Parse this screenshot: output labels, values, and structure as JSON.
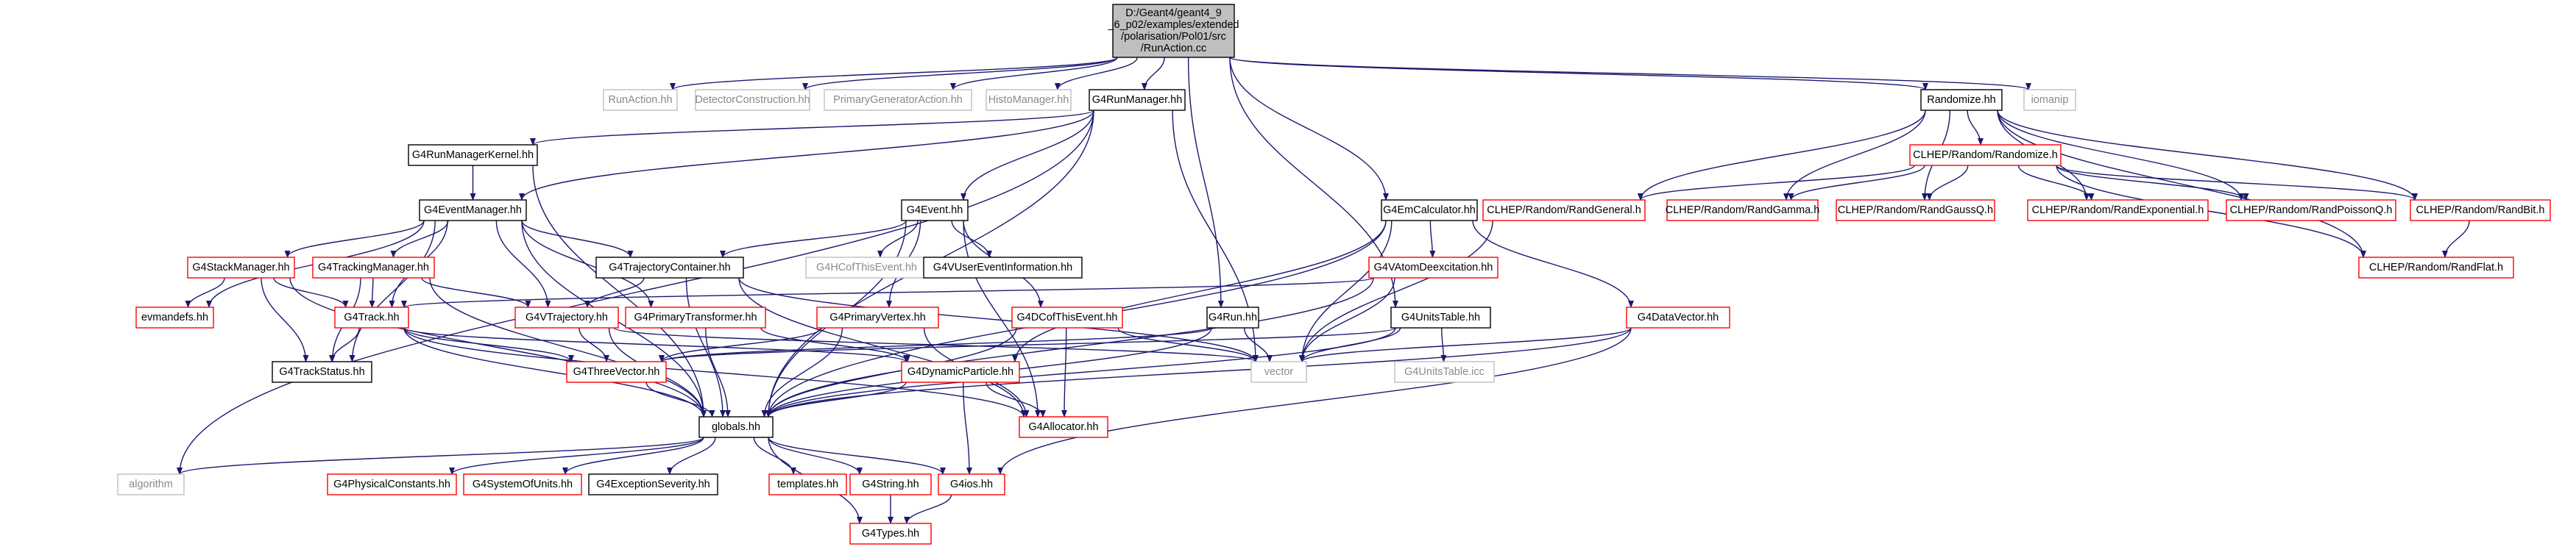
{
  "colors": {
    "edge": "#191970",
    "root_fill": "#bfbfbf",
    "root_stroke": "#000000",
    "internal_stroke": "#000000",
    "missing_stroke": "#ff0000",
    "external_stroke": "#bfbfbf",
    "external_text": "#8a8a8a",
    "node_fill": "#ffffff"
  },
  "graph": {
    "nodes": [
      {
        "id": "root",
        "kind": "root",
        "lines": [
          "D:/Geant4/geant4_9",
          "_6_p02/examples/extended",
          "/polarisation/Pol01/src",
          "/RunAction.cc"
        ]
      },
      {
        "id": "runaction_hh",
        "kind": "external",
        "lines": [
          "RunAction.hh"
        ]
      },
      {
        "id": "detector_hh",
        "kind": "external",
        "lines": [
          "DetectorConstruction.hh"
        ]
      },
      {
        "id": "primarygen_hh",
        "kind": "external",
        "lines": [
          "PrimaryGeneratorAction.hh"
        ]
      },
      {
        "id": "histo_hh",
        "kind": "external",
        "lines": [
          "HistoManager.hh"
        ]
      },
      {
        "id": "g4runmanager_hh",
        "kind": "internal",
        "lines": [
          "G4RunManager.hh"
        ]
      },
      {
        "id": "randomize_hh",
        "kind": "internal",
        "lines": [
          "Randomize.hh"
        ]
      },
      {
        "id": "iomanip",
        "kind": "external",
        "lines": [
          "iomanip"
        ]
      },
      {
        "id": "g4runmanagerkernel_hh",
        "kind": "internal",
        "lines": [
          "G4RunManagerKernel.hh"
        ]
      },
      {
        "id": "clhep_randomize_h",
        "kind": "missing",
        "lines": [
          "CLHEP/Random/Randomize.h"
        ]
      },
      {
        "id": "g4eventmanager_hh",
        "kind": "internal",
        "lines": [
          "G4EventManager.hh"
        ]
      },
      {
        "id": "g4event_hh",
        "kind": "internal",
        "lines": [
          "G4Event.hh"
        ]
      },
      {
        "id": "g4emcalculator_hh",
        "kind": "internal",
        "lines": [
          "G4EmCalculator.hh"
        ]
      },
      {
        "id": "clhep_randgeneral_h",
        "kind": "missing",
        "lines": [
          "CLHEP/Random/RandGeneral.h"
        ]
      },
      {
        "id": "clhep_randgamma_h",
        "kind": "missing",
        "lines": [
          "CLHEP/Random/RandGamma.h"
        ]
      },
      {
        "id": "clhep_randgaussq_h",
        "kind": "missing",
        "lines": [
          "CLHEP/Random/RandGaussQ.h"
        ]
      },
      {
        "id": "clhep_randexponential_h",
        "kind": "missing",
        "lines": [
          "CLHEP/Random/RandExponential.h"
        ]
      },
      {
        "id": "clhep_randpoissonq_h",
        "kind": "missing",
        "lines": [
          "CLHEP/Random/RandPoissonQ.h"
        ]
      },
      {
        "id": "clhep_randbit_h",
        "kind": "missing",
        "lines": [
          "CLHEP/Random/RandBit.h"
        ]
      },
      {
        "id": "g4stackmanager_hh",
        "kind": "missing",
        "lines": [
          "G4StackManager.hh"
        ]
      },
      {
        "id": "g4trackingmanager_hh",
        "kind": "missing",
        "lines": [
          "G4TrackingManager.hh"
        ]
      },
      {
        "id": "g4trajectorycontainer_hh",
        "kind": "internal",
        "lines": [
          "G4TrajectoryContainer.hh"
        ]
      },
      {
        "id": "g4hcofthisevent_hh",
        "kind": "external",
        "lines": [
          "G4HCofThisEvent.hh"
        ]
      },
      {
        "id": "g4vuserevent_hh",
        "kind": "internal",
        "lines": [
          "G4VUserEventInformation.hh"
        ]
      },
      {
        "id": "g4vatomdeexcitation_hh",
        "kind": "missing",
        "lines": [
          "G4VAtomDeexcitation.hh"
        ]
      },
      {
        "id": "clhep_randflat_h",
        "kind": "missing",
        "lines": [
          "CLHEP/Random/RandFlat.h"
        ]
      },
      {
        "id": "evmandefs_hh",
        "kind": "missing",
        "lines": [
          "evmandefs.hh"
        ]
      },
      {
        "id": "g4track_hh",
        "kind": "missing",
        "lines": [
          "G4Track.hh"
        ]
      },
      {
        "id": "g4vtrajectory_hh",
        "kind": "missing",
        "lines": [
          "G4VTrajectory.hh"
        ]
      },
      {
        "id": "g4primarytransformer_hh",
        "kind": "missing",
        "lines": [
          "G4PrimaryTransformer.hh"
        ]
      },
      {
        "id": "g4primaryvertex_hh",
        "kind": "missing",
        "lines": [
          "G4PrimaryVertex.hh"
        ]
      },
      {
        "id": "g4dcofthisevent_hh",
        "kind": "missing",
        "lines": [
          "G4DCofThisEvent.hh"
        ]
      },
      {
        "id": "g4run_hh",
        "kind": "internal",
        "lines": [
          "G4Run.hh"
        ]
      },
      {
        "id": "g4unitstable_hh",
        "kind": "internal",
        "lines": [
          "G4UnitsTable.hh"
        ]
      },
      {
        "id": "g4datavector_hh",
        "kind": "missing",
        "lines": [
          "G4DataVector.hh"
        ]
      },
      {
        "id": "g4trackstatus_hh",
        "kind": "internal",
        "lines": [
          "G4TrackStatus.hh"
        ]
      },
      {
        "id": "g4threevector_hh",
        "kind": "missing",
        "lines": [
          "G4ThreeVector.hh"
        ]
      },
      {
        "id": "g4dynamicparticle_hh",
        "kind": "missing",
        "lines": [
          "G4DynamicParticle.hh"
        ]
      },
      {
        "id": "vector",
        "kind": "external",
        "lines": [
          "vector"
        ]
      },
      {
        "id": "g4unitstable_icc",
        "kind": "external",
        "lines": [
          "G4UnitsTable.icc"
        ]
      },
      {
        "id": "globals_hh",
        "kind": "internal",
        "lines": [
          "globals.hh"
        ]
      },
      {
        "id": "g4allocator_hh",
        "kind": "missing",
        "lines": [
          "G4Allocator.hh"
        ]
      },
      {
        "id": "algorithm",
        "kind": "external",
        "lines": [
          "algorithm"
        ]
      },
      {
        "id": "g4physicalconstants_hh",
        "kind": "missing",
        "lines": [
          "G4PhysicalConstants.hh"
        ]
      },
      {
        "id": "g4systemofunits_hh",
        "kind": "missing",
        "lines": [
          "G4SystemOfUnits.hh"
        ]
      },
      {
        "id": "g4exceptionseverity_hh",
        "kind": "internal",
        "lines": [
          "G4ExceptionSeverity.hh"
        ]
      },
      {
        "id": "templates_hh",
        "kind": "missing",
        "lines": [
          "templates.hh"
        ]
      },
      {
        "id": "g4string_hh",
        "kind": "missing",
        "lines": [
          "G4String.hh"
        ]
      },
      {
        "id": "g4ios_hh",
        "kind": "missing",
        "lines": [
          "G4ios.hh"
        ]
      },
      {
        "id": "g4types_hh",
        "kind": "missing",
        "lines": [
          "G4Types.hh"
        ]
      }
    ],
    "edges": [
      [
        "root",
        "runaction_hh"
      ],
      [
        "root",
        "detector_hh"
      ],
      [
        "root",
        "primarygen_hh"
      ],
      [
        "root",
        "histo_hh"
      ],
      [
        "root",
        "g4runmanager_hh"
      ],
      [
        "root",
        "randomize_hh"
      ],
      [
        "root",
        "iomanip"
      ],
      [
        "root",
        "g4run_hh"
      ],
      [
        "root",
        "g4emcalculator_hh"
      ],
      [
        "root",
        "g4unitstable_hh"
      ],
      [
        "g4runmanager_hh",
        "g4runmanagerkernel_hh"
      ],
      [
        "g4runmanager_hh",
        "g4eventmanager_hh"
      ],
      [
        "g4runmanager_hh",
        "g4event_hh"
      ],
      [
        "g4runmanager_hh",
        "globals_hh"
      ],
      [
        "g4runmanager_hh",
        "algorithm"
      ],
      [
        "g4runmanager_hh",
        "vector"
      ],
      [
        "g4runmanagerkernel_hh",
        "g4eventmanager_hh"
      ],
      [
        "g4runmanagerkernel_hh",
        "globals_hh"
      ],
      [
        "g4eventmanager_hh",
        "g4stackmanager_hh"
      ],
      [
        "g4eventmanager_hh",
        "g4trackingmanager_hh"
      ],
      [
        "g4eventmanager_hh",
        "g4trajectorycontainer_hh"
      ],
      [
        "g4eventmanager_hh",
        "g4primarytransformer_hh"
      ],
      [
        "g4eventmanager_hh",
        "evmandefs_hh"
      ],
      [
        "g4eventmanager_hh",
        "g4track_hh"
      ],
      [
        "g4eventmanager_hh",
        "g4vtrajectory_hh"
      ],
      [
        "g4eventmanager_hh",
        "g4trackstatus_hh"
      ],
      [
        "g4eventmanager_hh",
        "globals_hh"
      ],
      [
        "g4stackmanager_hh",
        "evmandefs_hh"
      ],
      [
        "g4stackmanager_hh",
        "g4track_hh"
      ],
      [
        "g4stackmanager_hh",
        "g4trackstatus_hh"
      ],
      [
        "g4stackmanager_hh",
        "globals_hh"
      ],
      [
        "g4trackingmanager_hh",
        "g4track_hh"
      ],
      [
        "g4trackingmanager_hh",
        "g4vtrajectory_hh"
      ],
      [
        "g4trackingmanager_hh",
        "g4trackstatus_hh"
      ],
      [
        "g4trackingmanager_hh",
        "globals_hh"
      ],
      [
        "g4trajectorycontainer_hh",
        "g4vtrajectory_hh"
      ],
      [
        "g4trajectorycontainer_hh",
        "globals_hh"
      ],
      [
        "g4trajectorycontainer_hh",
        "vector"
      ],
      [
        "g4trajectorycontainer_hh",
        "g4allocator_hh"
      ],
      [
        "g4event_hh",
        "g4trajectorycontainer_hh"
      ],
      [
        "g4event_hh",
        "g4hcofthisevent_hh"
      ],
      [
        "g4event_hh",
        "g4vuserevent_hh"
      ],
      [
        "g4event_hh",
        "g4primaryvertex_hh"
      ],
      [
        "g4event_hh",
        "g4dcofthisevent_hh"
      ],
      [
        "g4event_hh",
        "globals_hh"
      ],
      [
        "g4event_hh",
        "g4allocator_hh"
      ],
      [
        "g4track_hh",
        "g4trackstatus_hh"
      ],
      [
        "g4track_hh",
        "g4threevector_hh"
      ],
      [
        "g4track_hh",
        "g4dynamicparticle_hh"
      ],
      [
        "g4track_hh",
        "globals_hh"
      ],
      [
        "g4track_hh",
        "g4allocator_hh"
      ],
      [
        "g4vtrajectory_hh",
        "g4threevector_hh"
      ],
      [
        "g4vtrajectory_hh",
        "globals_hh"
      ],
      [
        "g4vtrajectory_hh",
        "vector"
      ],
      [
        "g4primarytransformer_hh",
        "g4dynamicparticle_hh"
      ],
      [
        "g4primarytransformer_hh",
        "globals_hh"
      ],
      [
        "g4primaryvertex_hh",
        "g4threevector_hh"
      ],
      [
        "g4primaryvertex_hh",
        "globals_hh"
      ],
      [
        "g4primaryvertex_hh",
        "g4allocator_hh"
      ],
      [
        "g4dcofthisevent_hh",
        "vector"
      ],
      [
        "g4dcofthisevent_hh",
        "g4allocator_hh"
      ],
      [
        "g4dcofthisevent_hh",
        "globals_hh"
      ],
      [
        "g4run_hh",
        "vector"
      ],
      [
        "g4run_hh",
        "globals_hh"
      ],
      [
        "g4run_hh",
        "g4threevector_hh"
      ],
      [
        "g4unitstable_hh",
        "vector"
      ],
      [
        "g4unitstable_hh",
        "g4unitstable_icc"
      ],
      [
        "g4unitstable_hh",
        "globals_hh"
      ],
      [
        "g4unitstable_hh",
        "g4threevector_hh"
      ],
      [
        "g4emcalculator_hh",
        "g4vatomdeexcitation_hh"
      ],
      [
        "g4emcalculator_hh",
        "g4datavector_hh"
      ],
      [
        "g4emcalculator_hh",
        "vector"
      ],
      [
        "g4emcalculator_hh",
        "globals_hh"
      ],
      [
        "g4emcalculator_hh",
        "g4dynamicparticle_hh"
      ],
      [
        "g4vatomdeexcitation_hh",
        "g4track_hh"
      ],
      [
        "g4vatomdeexcitation_hh",
        "vector"
      ],
      [
        "g4vatomdeexcitation_hh",
        "globals_hh"
      ],
      [
        "g4datavector_hh",
        "vector"
      ],
      [
        "g4datavector_hh",
        "globals_hh"
      ],
      [
        "g4datavector_hh",
        "g4ios_hh"
      ],
      [
        "g4threevector_hh",
        "globals_hh"
      ],
      [
        "g4dynamicparticle_hh",
        "globals_hh"
      ],
      [
        "g4dynamicparticle_hh",
        "g4allocator_hh"
      ],
      [
        "g4dynamicparticle_hh",
        "g4ios_hh"
      ],
      [
        "randomize_hh",
        "clhep_randomize_h"
      ],
      [
        "randomize_hh",
        "clhep_randgeneral_h"
      ],
      [
        "randomize_hh",
        "clhep_randgamma_h"
      ],
      [
        "randomize_hh",
        "clhep_randgaussq_h"
      ],
      [
        "randomize_hh",
        "clhep_randexponential_h"
      ],
      [
        "randomize_hh",
        "clhep_randpoissonq_h"
      ],
      [
        "randomize_hh",
        "clhep_randbit_h"
      ],
      [
        "randomize_hh",
        "clhep_randflat_h"
      ],
      [
        "clhep_randomize_h",
        "clhep_randgeneral_h"
      ],
      [
        "clhep_randomize_h",
        "clhep_randgamma_h"
      ],
      [
        "clhep_randomize_h",
        "clhep_randgaussq_h"
      ],
      [
        "clhep_randomize_h",
        "clhep_randexponential_h"
      ],
      [
        "clhep_randomize_h",
        "clhep_randpoissonq_h"
      ],
      [
        "clhep_randomize_h",
        "clhep_randbit_h"
      ],
      [
        "clhep_randomize_h",
        "clhep_randflat_h"
      ],
      [
        "clhep_randbit_h",
        "clhep_randflat_h"
      ],
      [
        "clhep_randgeneral_h",
        "vector"
      ],
      [
        "globals_hh",
        "algorithm"
      ],
      [
        "globals_hh",
        "g4physicalconstants_hh"
      ],
      [
        "globals_hh",
        "g4systemofunits_hh"
      ],
      [
        "globals_hh",
        "g4exceptionseverity_hh"
      ],
      [
        "globals_hh",
        "templates_hh"
      ],
      [
        "globals_hh",
        "g4string_hh"
      ],
      [
        "globals_hh",
        "g4ios_hh"
      ],
      [
        "globals_hh",
        "g4types_hh"
      ],
      [
        "g4string_hh",
        "g4types_hh"
      ],
      [
        "g4ios_hh",
        "g4types_hh"
      ]
    ]
  }
}
